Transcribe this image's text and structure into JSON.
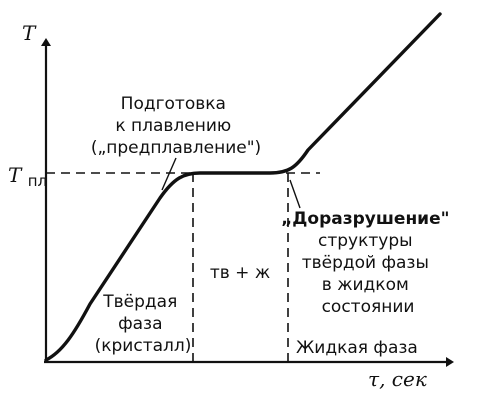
{
  "axes": {
    "y_label": "T",
    "x_label": "τ, сек",
    "melting_temp_label": "T",
    "melting_temp_subscript": "пл"
  },
  "annotations": {
    "pre_melting": [
      "Подготовка",
      "к плавлению",
      "(„предплавление\")"
    ],
    "destruction": [
      "„Доразрушение\"",
      "структуры",
      "твёрдой фазы",
      "в жидком",
      "состоянии"
    ],
    "solid_phase": [
      "Твёрдая",
      "фаза",
      "(кристалл)"
    ],
    "mixed_phase": "тв + ж",
    "liquid_phase": "Жидкая фаза"
  }
}
